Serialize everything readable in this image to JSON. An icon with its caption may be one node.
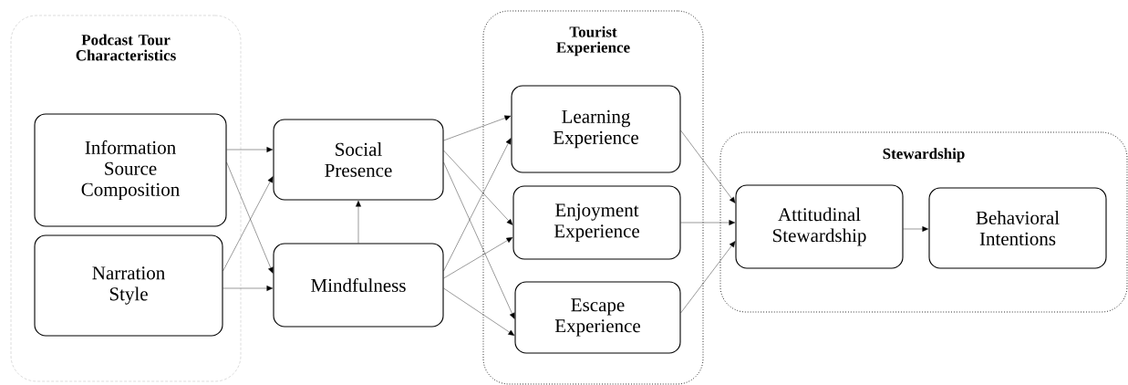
{
  "diagram": {
    "nodes": [
      {
        "text": [
          "Podcast Tour Characteristics"
        ]
      },
      {
        "text": [
          "Information Source Composition"
        ],
        "in": 0
      },
      {
        "text": [
          "Narration Style"
        ],
        "in": 0
      },
      {
        "text": [
          "Social Presence"
        ]
      },
      {
        "text": [
          "Mindfulness"
        ]
      },
      {
        "text": [
          "Tourist Experience"
        ]
      },
      {
        "text": [
          "Learning Experience"
        ],
        "in": 5
      },
      {
        "text": [
          "Enjoyment Experience"
        ],
        "in": 5
      },
      {
        "text": [
          "Escape Experience"
        ],
        "in": 5
      },
      {
        "text": [
          "Stewardship"
        ]
      },
      {
        "text": [
          "Attitudinal Stewardship"
        ],
        "in": 9
      },
      {
        "text": [
          "Behavioral Intentions"
        ],
        "in": 9
      }
    ],
    "edges": [
      {
        "from": 1,
        "to": 3,
        "arrow": "to"
      },
      {
        "from": 1,
        "to": 4,
        "arrow": "to"
      },
      {
        "from": 2,
        "to": 3,
        "arrow": "to"
      },
      {
        "from": 2,
        "to": 4,
        "arrow": "to"
      },
      {
        "from": 4,
        "to": 3,
        "arrow": "to"
      },
      {
        "from": 3,
        "to": 6,
        "arrow": "to"
      },
      {
        "from": 3,
        "to": 7,
        "arrow": "to"
      },
      {
        "from": 3,
        "to": 8,
        "arrow": "to"
      },
      {
        "from": 4,
        "to": 6,
        "arrow": "to"
      },
      {
        "from": 4,
        "to": 7,
        "arrow": "to"
      },
      {
        "from": 4,
        "to": 8,
        "arrow": "to"
      },
      {
        "from": 6,
        "to": 10,
        "arrow": "to"
      },
      {
        "from": 7,
        "to": 10,
        "arrow": "to"
      },
      {
        "from": 8,
        "to": 10,
        "arrow": "to"
      },
      {
        "from": 10,
        "to": 11,
        "arrow": "to"
      }
    ]
  }
}
